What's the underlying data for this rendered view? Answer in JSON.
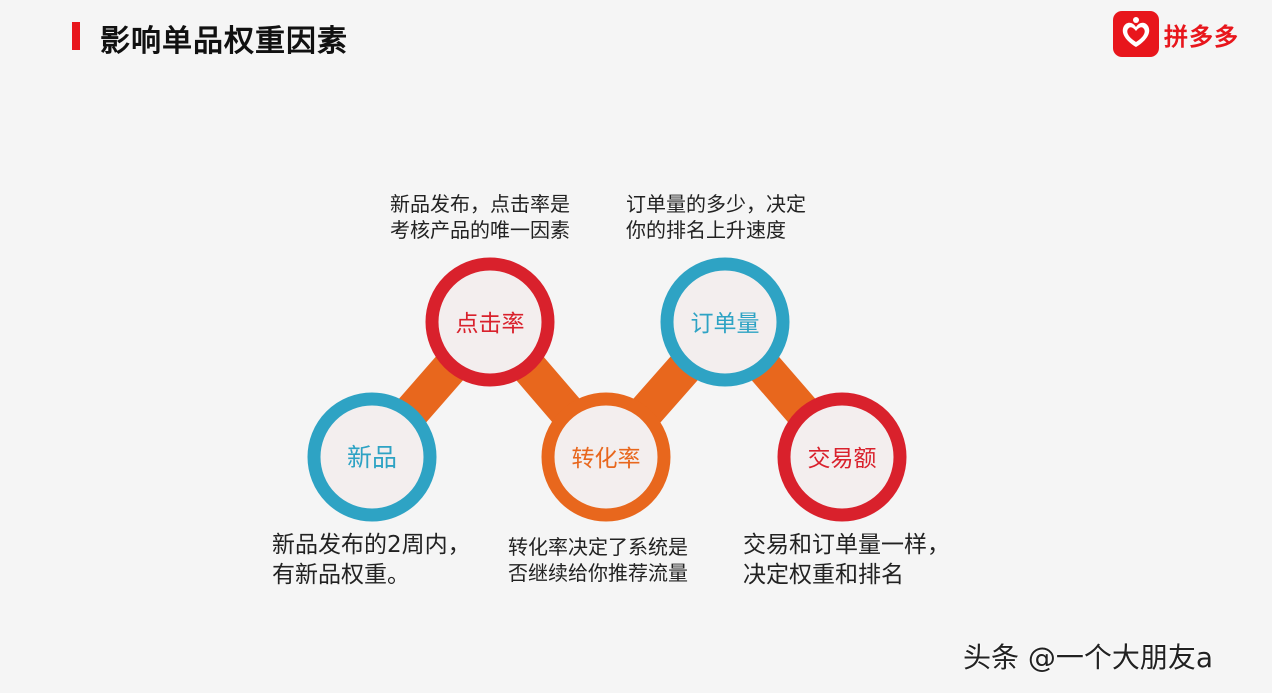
{
  "header": {
    "title": "影响单品权重因素",
    "accent_color": "#e8161c"
  },
  "logo": {
    "text": "拼多多",
    "icon": "pinduoduo-logo-icon",
    "color": "#e8161c"
  },
  "connector_color": "#e8671d",
  "nodes": [
    {
      "id": "xinpin",
      "label": "新品",
      "ring_color": "#2ea3c4",
      "text_color": "#2ea3c4"
    },
    {
      "id": "djl",
      "label": "点击率",
      "ring_color": "#d9212c",
      "text_color": "#d9212c"
    },
    {
      "id": "zhl",
      "label": "转化率",
      "ring_color": "#e8671d",
      "text_color": "#e8671d"
    },
    {
      "id": "ddl",
      "label": "订单量",
      "ring_color": "#2ea3c4",
      "text_color": "#2ea3c4"
    },
    {
      "id": "jye",
      "label": "交易额",
      "ring_color": "#d9212c",
      "text_color": "#d9212c"
    }
  ],
  "captions": {
    "djl": [
      "新品发布，点击率是",
      "考核产品的唯一因素"
    ],
    "ddl": [
      "订单量的多少，决定",
      "你的排名上升速度"
    ],
    "xinpin": [
      "新品发布的2周内，",
      "有新品权重。"
    ],
    "zhl": [
      "转化率决定了系统是",
      "否继续给你推荐流量"
    ],
    "jye": [
      "交易和订单量一样，",
      "决定权重和排名"
    ]
  },
  "watermark": "头条 @一个大朋友a"
}
